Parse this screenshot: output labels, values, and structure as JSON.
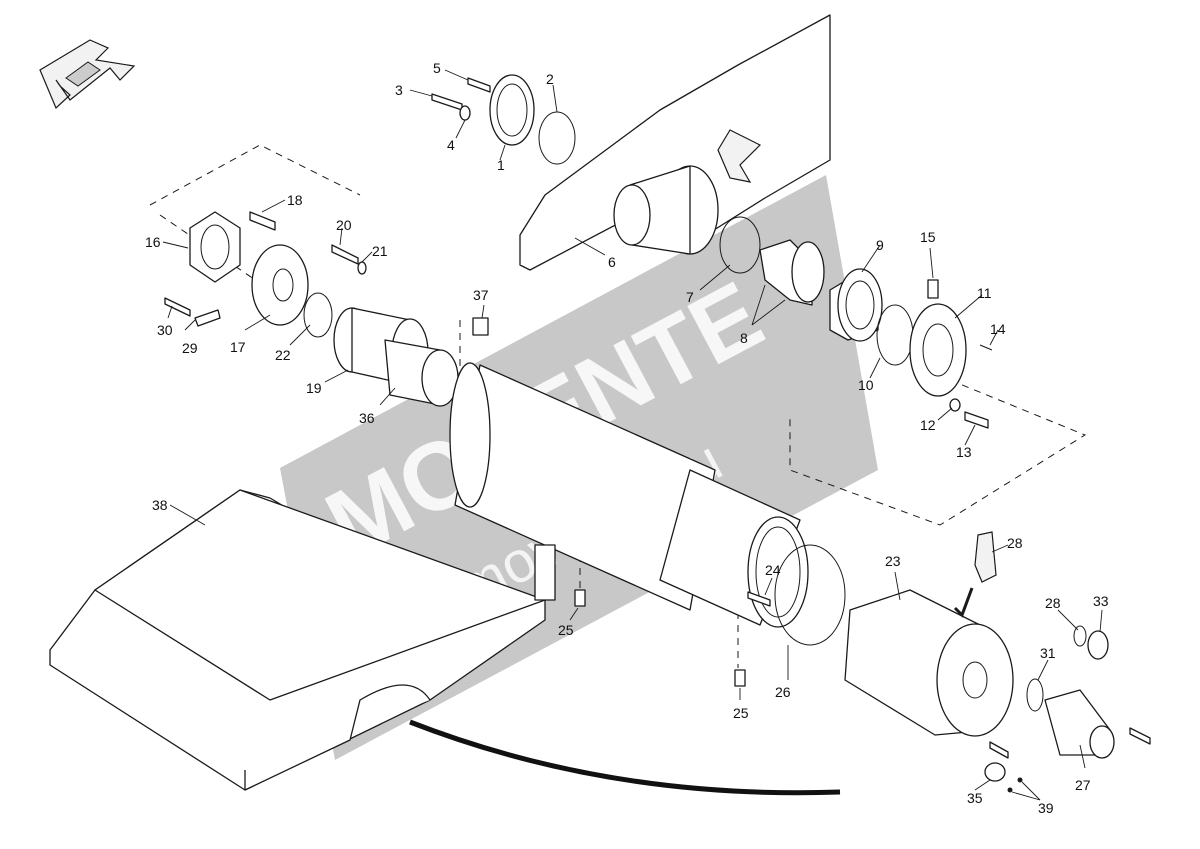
{
  "watermark": {
    "brand_text": "MOVENTE",
    "domain_text": "movente.ru",
    "band_color": "#9a9a9a"
  },
  "diagram": {
    "style": "exploded parts view",
    "ink_color": "#1a1a1a"
  },
  "callouts": [
    "1",
    "2",
    "3",
    "4",
    "5",
    "6",
    "7",
    "8",
    "9",
    "10",
    "11",
    "12",
    "13",
    "14",
    "15",
    "16",
    "17",
    "18",
    "19",
    "20",
    "21",
    "22",
    "23",
    "24",
    "25",
    "25",
    "26",
    "27",
    "28",
    "28",
    "29",
    "30",
    "31",
    "33",
    "35",
    "36",
    "37",
    "38",
    "39"
  ],
  "icons": [
    "direction-arrow-icon",
    "reference-arrow-icon"
  ]
}
